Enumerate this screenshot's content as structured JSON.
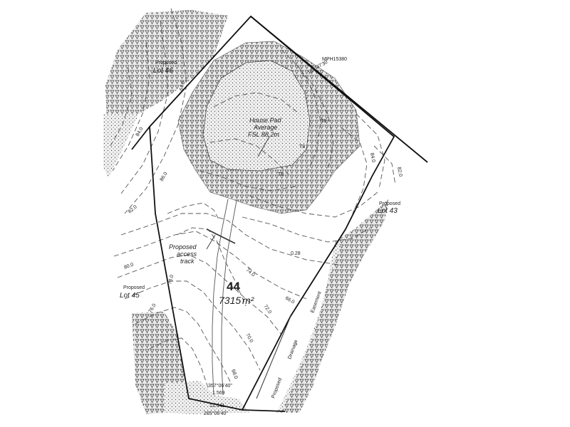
{
  "plan": {
    "lot_number": "44",
    "lot_area": "7315",
    "lot_area_unit": "m²",
    "house_pad": {
      "line1": "House Pad",
      "line2": "Average",
      "line3": "FSL 88.2m"
    },
    "access_track": {
      "line1": "Proposed",
      "line2": "access",
      "line3": "track"
    },
    "neighbours": [
      {
        "line1": "Proposed",
        "line2": "Lot 46"
      },
      {
        "line1": "Proposed",
        "line2": "Lot 43"
      },
      {
        "line1": "Proposed",
        "line2": "Lot 45"
      }
    ],
    "plan_ref": "MPH15380",
    "bearing_top": "125°37'30\"",
    "bearings_bottom": [
      "357°06'40\"",
      "1.569",
      "12.641",
      "265°06'40\""
    ],
    "easement_labels": [
      "Drainage",
      "Easement",
      "Proposed"
    ],
    "spot_labels": [
      "T8",
      "T8",
      "T8"
    ],
    "contour_labels": [
      "64.0",
      "84.0",
      "86.0",
      "82.0",
      "80.0",
      "78.0",
      "76.0",
      "74.0",
      "72.0",
      "70.0",
      "68.0",
      "66.0",
      "84.0",
      "82.0",
      "0.28"
    ]
  }
}
